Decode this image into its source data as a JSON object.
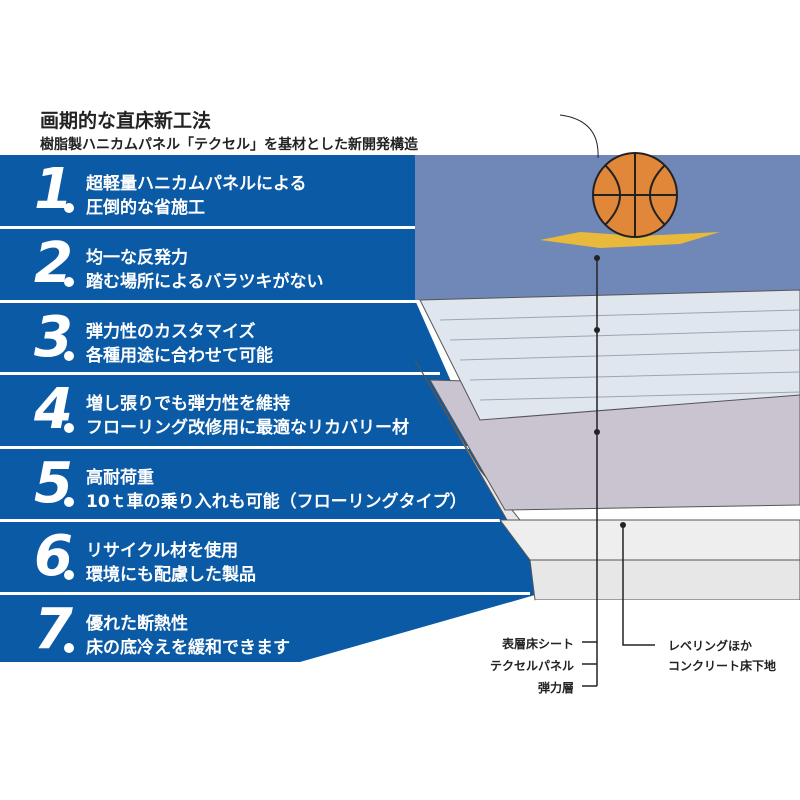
{
  "header": {
    "title": "画期的な直床新工法",
    "subtitle": "樹脂製ハニカムパネル「テクセル」を基材とした新開発構造"
  },
  "features": [
    {
      "num": "1",
      "line1": "超軽量ハニカムパネルによる",
      "line2": "圧倒的な省施工"
    },
    {
      "num": "2",
      "line1": "均一な反発力",
      "line2": "踏む場所によるバラツキがない"
    },
    {
      "num": "3",
      "line1": "弾力性のカスタマイズ",
      "line2": "各種用途に合わせて可能"
    },
    {
      "num": "4",
      "line1": "増し張りでも弾力性を維持",
      "line2": "フローリング改修用に最適なリカバリー材"
    },
    {
      "num": "5",
      "line1": "高耐荷重",
      "line2": "10ｔ車の乗り入れも可能（フローリングタイプ）"
    },
    {
      "num": "6",
      "line1": "リサイクル材を使用",
      "line2": "環境にも配慮した製品"
    },
    {
      "num": "7",
      "line1": "優れた断熱性",
      "line2": "床の底冷えを緩和できます"
    }
  ],
  "diagram": {
    "labels": {
      "surface": "表層床シート",
      "panel": "テクセルパネル",
      "elastic": "弾力層",
      "leveling": "レベリングほか",
      "concrete": "コンクリート床下地"
    }
  },
  "colors": {
    "band": "#0b5aa6",
    "sky": "#7088b8"
  }
}
